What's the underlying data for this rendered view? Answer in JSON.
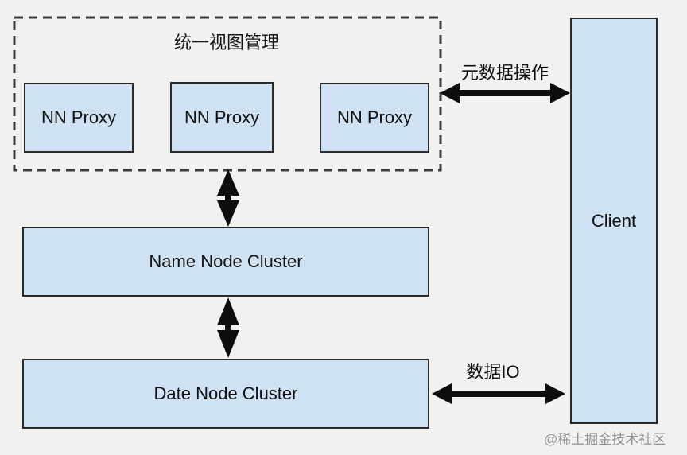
{
  "diagram": {
    "unified_view_group": {
      "title": "统一视图管理",
      "proxies": [
        "NN Proxy",
        "NN Proxy",
        "NN Proxy"
      ]
    },
    "nodes": {
      "name_node_cluster": "Name Node Cluster",
      "date_node_cluster": "Date Node Cluster",
      "client": "Client"
    },
    "edge_labels": {
      "metadata_ops": "元数据操作",
      "data_io": "数据IO"
    }
  },
  "watermark": "@稀土掘金技术社区",
  "colors": {
    "background": "#f1f1ef",
    "node_fill": "#cfe2f3",
    "node_border": "#2b2b2b",
    "arrow": "#0d0d0d",
    "dashed_border": "#3c3c3c",
    "watermark": "#8f8f8f"
  }
}
